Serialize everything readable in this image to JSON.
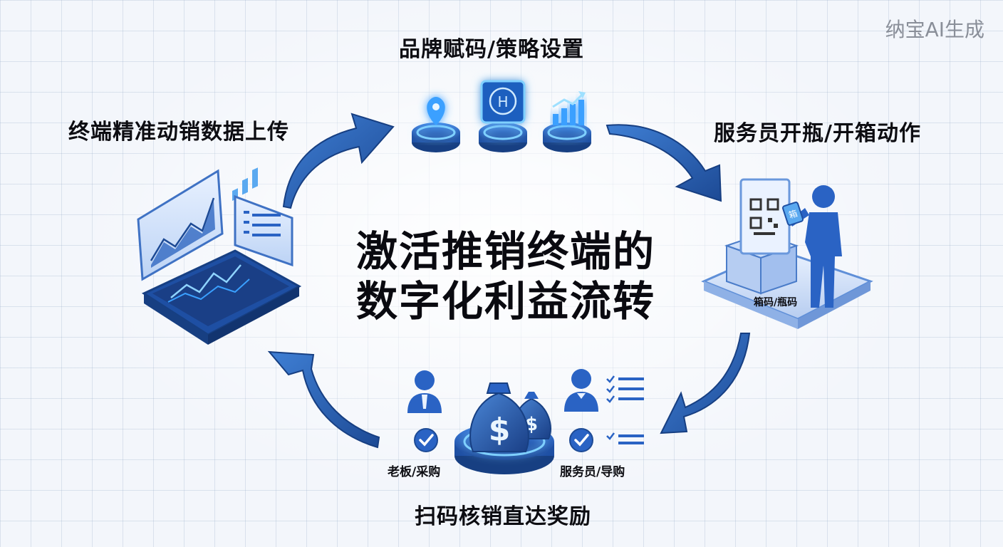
{
  "watermark": "纳宝AI生成",
  "center_title": {
    "line1": "激活推销终端的",
    "line2": "数字化利益流转"
  },
  "steps": {
    "top": "品牌赋码/策略设置",
    "right": "服务员开瓶/开箱动作",
    "bottom": "扫码核销直达奖励",
    "left": "终端精准动销数据上传"
  },
  "labels": {
    "box_code": "箱码/瓶码",
    "box_mark": "箱",
    "owner": "老板/采购",
    "waiter": "服务员/导购"
  },
  "icons": {
    "top": [
      "location-pin-icon",
      "qr-h-icon",
      "growth-chart-icon"
    ],
    "right": [
      "qr-code-icon",
      "person-scanning-icon",
      "box-icon"
    ],
    "bottom": [
      "businessman-icon",
      "money-bag-icon",
      "waiter-icon",
      "checklist-icon",
      "check-circle-icon"
    ],
    "left": [
      "dashboard-laptop-icon",
      "line-chart-icon",
      "data-panel-icon"
    ]
  },
  "colors": {
    "arrow_dark": "#1f4f9c",
    "arrow_light": "#4a86d6",
    "icon_blue": "#2a63c4",
    "glow_blue": "#4fb3ff",
    "text": "#0d0d12"
  }
}
